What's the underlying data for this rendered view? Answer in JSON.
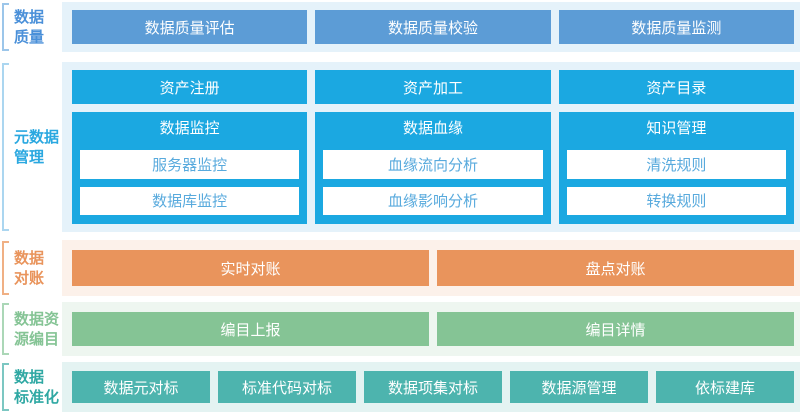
{
  "rows": [
    {
      "id": "data-quality",
      "label_line1": "数据",
      "label_line2": "质量",
      "items": [
        "数据质量评估",
        "数据质量校验",
        "数据质量监测"
      ]
    },
    {
      "id": "metadata-management",
      "label_line1": "元数据",
      "label_line2": "管理",
      "columns": [
        {
          "header": "资产注册",
          "group_title": "数据监控",
          "children": [
            "服务器监控",
            "数据库监控"
          ]
        },
        {
          "header": "资产加工",
          "group_title": "数据血缘",
          "children": [
            "血缘流向分析",
            "血缘影响分析"
          ]
        },
        {
          "header": "资产目录",
          "group_title": "知识管理",
          "children": [
            "清洗规则",
            "转换规则"
          ]
        }
      ]
    },
    {
      "id": "data-reconciliation",
      "label_line1": "数据",
      "label_line2": "对账",
      "items": [
        "实时对账",
        "盘点对账"
      ]
    },
    {
      "id": "data-resource-catalog",
      "label_line1": "数据资",
      "label_line2": "源编目",
      "items": [
        "编目上报",
        "编目详情"
      ]
    },
    {
      "id": "data-standardization",
      "label_line1": "数据",
      "label_line2": "标准化",
      "items": [
        "数据元对标",
        "标准代码对标",
        "数据项集对标",
        "数据源管理",
        "依标建库"
      ]
    }
  ],
  "colors": {
    "soft_blue_box": "#5C9CD6",
    "cyan_box": "#1BA8E1",
    "blue_panel_bg": "#E5F2FA",
    "white_subbox_text": "#58AADD",
    "orange_box": "#E9945C",
    "orange_panel_bg": "#FCF1EA",
    "green_box": "#85C495",
    "green_panel_bg": "#EEF6F0",
    "teal_box": "#4DB4AE",
    "teal_panel_bg": "#E4F3F2",
    "blue_label_text": "#4A90D9",
    "cyan_label_text": "#2AA8E0",
    "orange_label_text": "#E9945C",
    "green_label_text": "#85C495",
    "teal_label_text": "#2FA8A3"
  }
}
